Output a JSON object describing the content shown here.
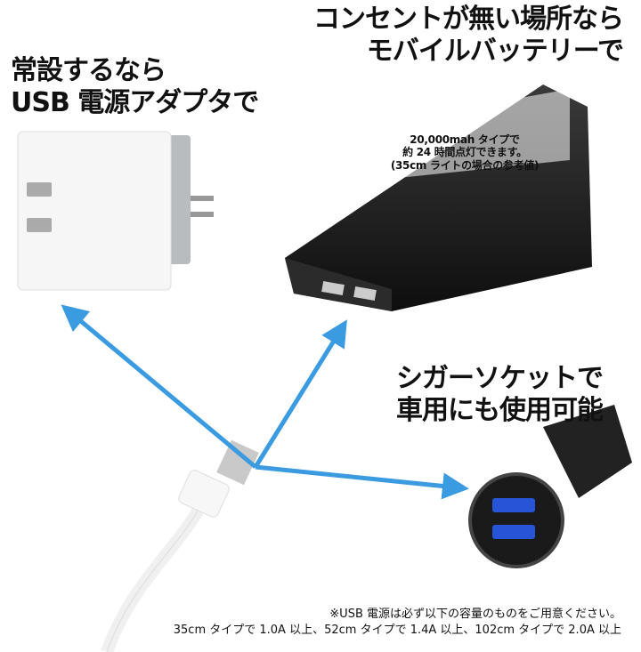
{
  "colors": {
    "arrow": "#3a9be0",
    "battery": "#1c1c1c",
    "adapter": "#f4f4f4"
  },
  "adapter_label": {
    "line1": "常設するなら",
    "line2": "USB 電源アダプタで"
  },
  "battery_label": {
    "line1": "コンセントが無い場所なら",
    "line2": "モバイルバッテリーで"
  },
  "battery_spec": {
    "line1": "20,000mah タイプで",
    "line2": "約 24 時間点灯できます。",
    "line3": "(35cm ライトの場合の参考値)"
  },
  "car_label": {
    "line1": "シガーソケットで",
    "line2": "車用にも使用可能"
  },
  "note": {
    "line1": "※USB 電源は必ず以下の容量のものをご用意ください。",
    "line2": "35cm タイプで 1.0A 以上、52cm タイプで 1.4A 以上、102cm タイプで 2.0A 以上"
  }
}
